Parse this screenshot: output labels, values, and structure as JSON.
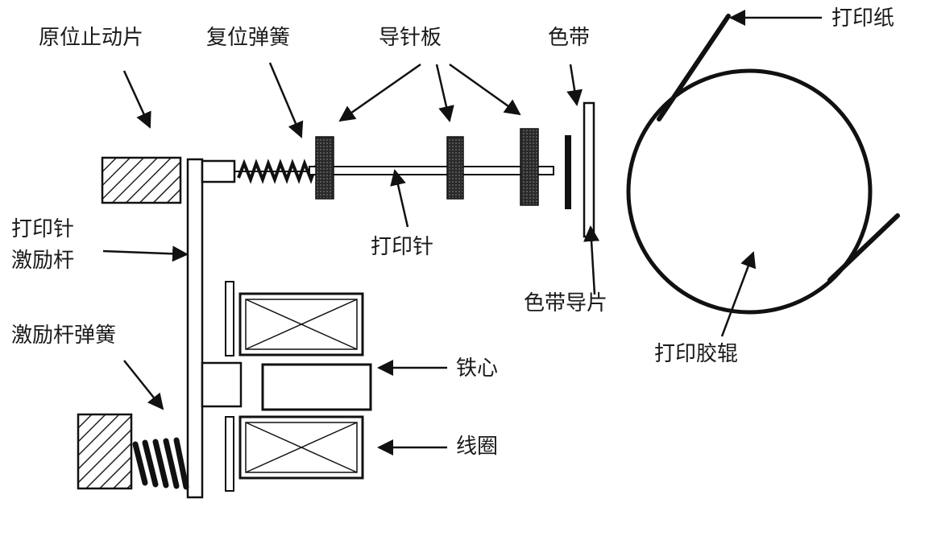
{
  "labels": {
    "home_stop": "原位止动片",
    "reset_spring": "复位弹簧",
    "guide_plate": "导针板",
    "ribbon": "色带",
    "paper": "打印纸",
    "lever_line1": "打印针",
    "lever_line2": "激励杆",
    "pin": "打印针",
    "ribbon_guide": "色带导片",
    "lever_spring": "激励杆弹簧",
    "core": "铁心",
    "coil": "线圈",
    "platen": "打印胶辊"
  }
}
